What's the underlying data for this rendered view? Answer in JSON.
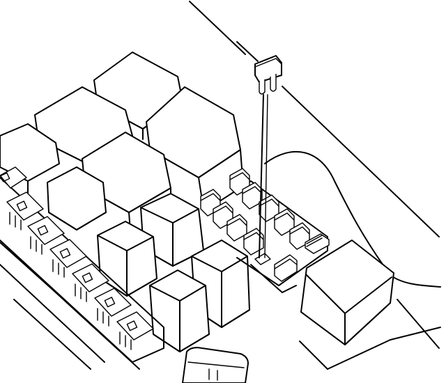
{
  "figure": {
    "background_color": "#ffffff",
    "line_color": "#000000",
    "components": {
      "housing": "fuse-relay-box-housing",
      "relays": "relay-blocks",
      "fuse_strip": "left-fuse-strip",
      "mini_fuses": "mini-fuse-array",
      "removed_fuse": "removed-mini-fuse",
      "fuse_pointer": "fuse-location-leader-line",
      "cover_tab": "bottom-cover-tab"
    }
  }
}
